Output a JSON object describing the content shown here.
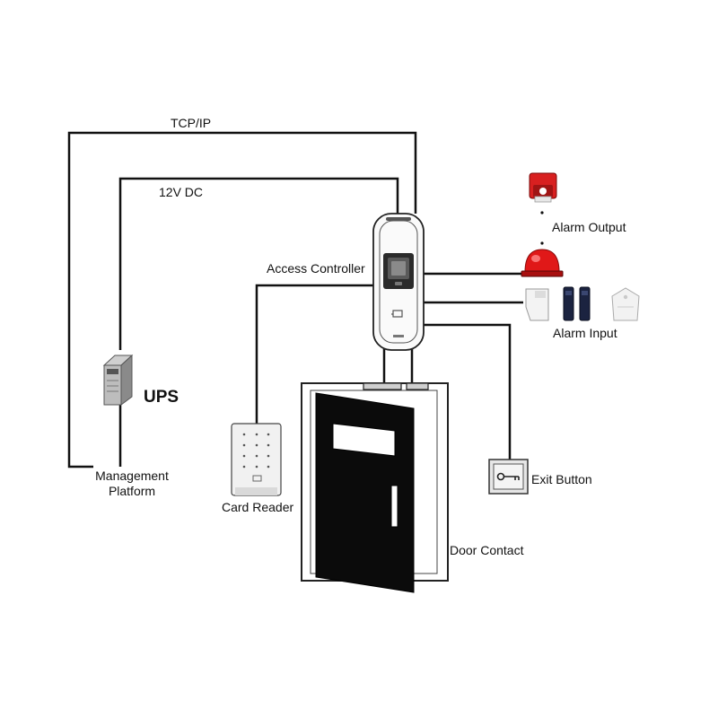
{
  "labels": {
    "tcp_ip": "TCP/IP",
    "dc_12v": "12V DC",
    "access_controller": "Access Controller",
    "alarm_output": "Alarm Output",
    "alarm_input": "Alarm Input",
    "ups": "UPS",
    "management_platform_line1": "Management",
    "management_platform_line2": "Platform",
    "card_reader": "Card Reader",
    "exit_button": "Exit Button",
    "door_contact": "Door Contact"
  },
  "colors": {
    "wire": "#111111",
    "door": "#0b0b0b",
    "siren_red": "#d82020",
    "strobe_red": "#e01818",
    "detector_navy": "#1b2340",
    "device_white": "#f3f3f3"
  }
}
